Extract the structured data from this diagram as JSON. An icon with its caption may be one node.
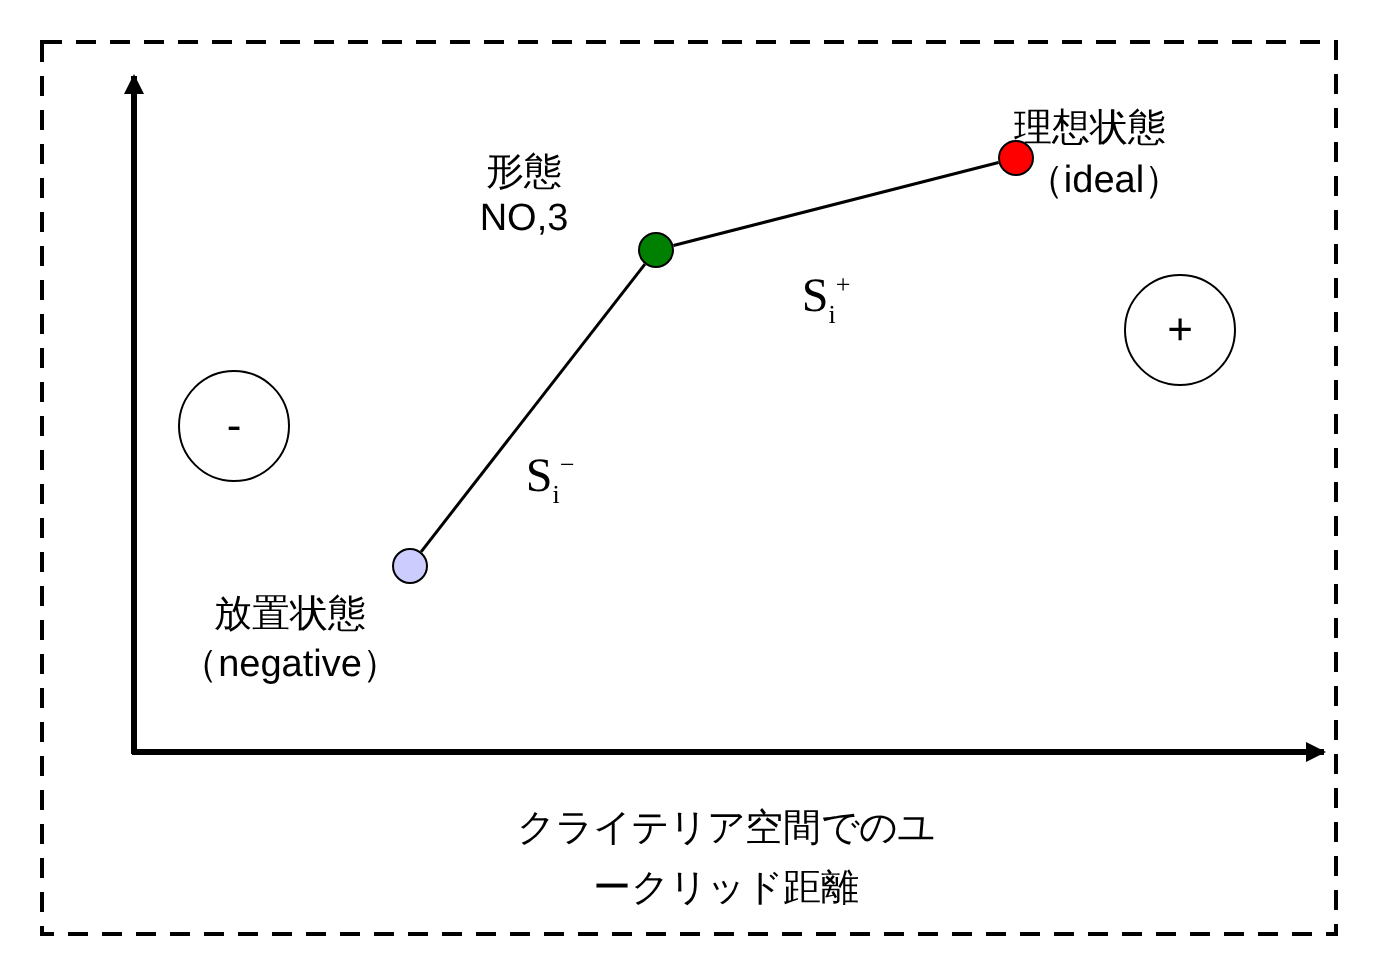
{
  "diagram": {
    "nodes": [
      {
        "text": [],
        "shape": "circle",
        "beside": [
          "形態",
          "NO,3"
        ]
      },
      {
        "text": [],
        "shape": "circle",
        "beside": [
          "理想状態",
          "（ideal）"
        ]
      },
      {
        "text": [
          "+"
        ]
      },
      {
        "text": [
          "-"
        ]
      },
      {
        "text": [],
        "shape": "circle",
        "beside": [
          "放置状態",
          "（negative）"
        ]
      }
    ],
    "edges": [
      {
        "from": 4,
        "to": 0,
        "arrow": "none",
        "label": "S$_{i}$$^{−}$"
      },
      {
        "from": 0,
        "to": 1,
        "arrow": "none",
        "label": "S$_{i}$$^{+}$"
      }
    ],
    "labels": [
      "クライテリア空間でのユークリッド距離"
    ]
  }
}
